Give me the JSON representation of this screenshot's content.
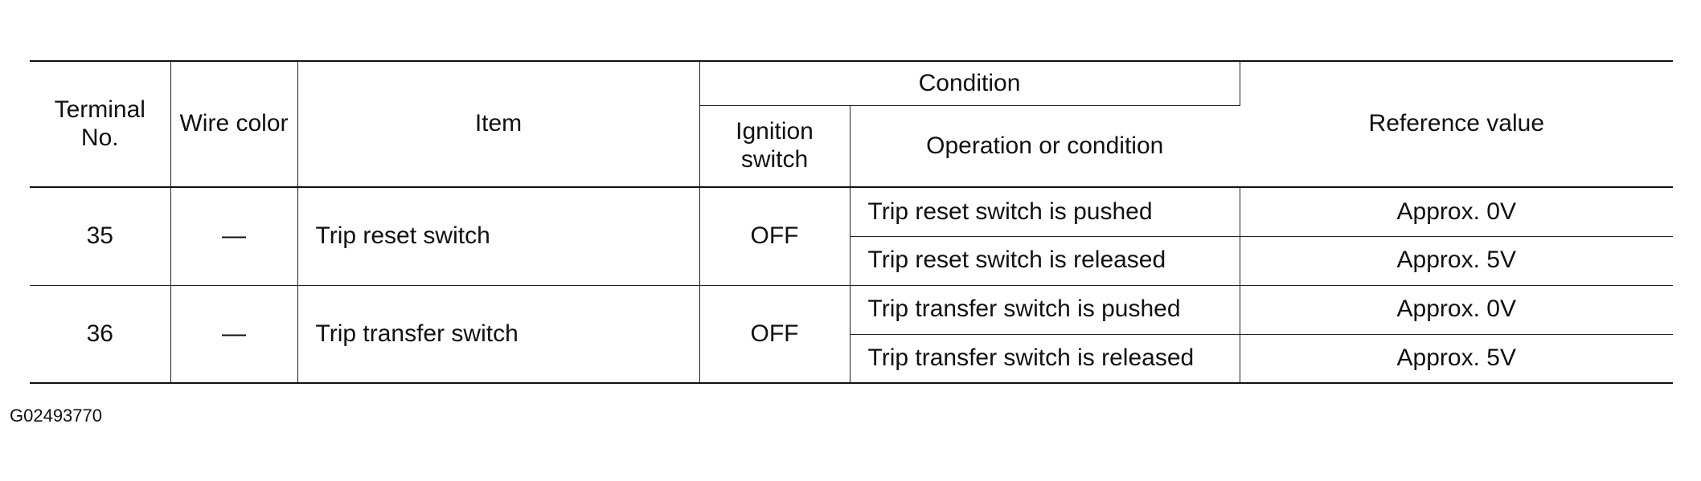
{
  "table": {
    "headers": {
      "terminal_no": "Terminal No.",
      "wire_color": "Wire color",
      "item": "Item",
      "condition": "Condition",
      "ignition_switch": "Ignition switch",
      "operation_or_condition": "Operation or condition",
      "reference_value": "Reference value"
    },
    "rows": [
      {
        "terminal_no": "35",
        "wire_color": "—",
        "item": "Trip reset switch",
        "ignition_switch": "OFF",
        "conditions": [
          {
            "operation": "Trip reset switch is pushed",
            "reference_value": "Approx. 0V"
          },
          {
            "operation": "Trip reset switch is released",
            "reference_value": "Approx. 5V"
          }
        ]
      },
      {
        "terminal_no": "36",
        "wire_color": "—",
        "item": "Trip transfer switch",
        "ignition_switch": "OFF",
        "conditions": [
          {
            "operation": "Trip transfer switch is pushed",
            "reference_value": "Approx. 0V"
          },
          {
            "operation": "Trip transfer switch is released",
            "reference_value": "Approx. 5V"
          }
        ]
      }
    ]
  },
  "figure_id": "G02493770"
}
